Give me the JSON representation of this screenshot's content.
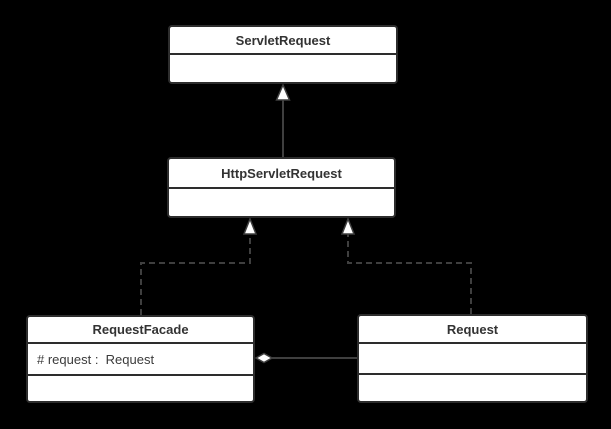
{
  "diagram": {
    "type": "uml-class-diagram",
    "background_color": "#000000",
    "box_fill_color": "#ffffff",
    "box_border_color": "#2d2d2d",
    "connector_color": "#3f3f3f",
    "title_text_color": "#333333",
    "attribute_text_color": "#3b3b3b",
    "classes": [
      {
        "name": "ServletRequest",
        "attributes": []
      },
      {
        "name": "HttpServletRequest",
        "attributes": []
      },
      {
        "name": "RequestFacade",
        "attributes": [
          "# request :  Request"
        ]
      },
      {
        "name": "Request",
        "attributes": []
      }
    ],
    "relationships": [
      {
        "type": "generalization",
        "from": "HttpServletRequest",
        "to": "ServletRequest",
        "line": "solid",
        "arrowhead": "hollow-triangle"
      },
      {
        "type": "realization",
        "from": "RequestFacade",
        "to": "HttpServletRequest",
        "line": "dashed",
        "arrowhead": "hollow-triangle"
      },
      {
        "type": "realization",
        "from": "Request",
        "to": "HttpServletRequest",
        "line": "dashed",
        "arrowhead": "hollow-triangle"
      },
      {
        "type": "aggregation",
        "from": "RequestFacade",
        "to": "Request",
        "line": "solid",
        "arrowhead": "hollow-diamond"
      }
    ]
  }
}
